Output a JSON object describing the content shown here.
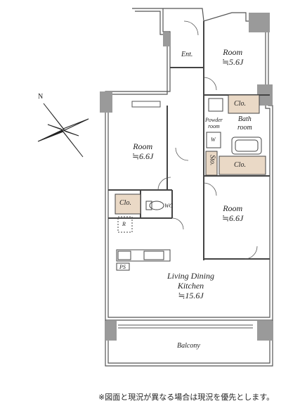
{
  "rooms": {
    "entrance": {
      "name": "Ent."
    },
    "room_ne": {
      "name": "Room",
      "size": "≒5.6J"
    },
    "room_w": {
      "name": "Room",
      "size": "≒6.6J"
    },
    "room_e": {
      "name": "Room",
      "size": "≒6.6J"
    },
    "ldk": {
      "name": "Living Dining\nKitchen",
      "line1": "Living Dining",
      "line2": "Kitchen",
      "size": "≒15.6J"
    },
    "balcony": {
      "name": "Balcony"
    },
    "powder": {
      "line1": "Powder",
      "line2": "room"
    },
    "bath": {
      "line1": "Bath",
      "line2": "room"
    }
  },
  "fixtures": {
    "clo_ne": "Clo.",
    "clo_e": "Clo.",
    "clo_w": "Clo.",
    "storage": "Sto.",
    "wc": "WC",
    "washer": "W",
    "fridge": "R",
    "ps": "PS"
  },
  "compass": {
    "north": "N"
  },
  "note": "※図面と現況が異なる場合は現況を優先とします。",
  "colors": {
    "wall": "#8a8a8a",
    "closet": "#ead9c6",
    "line": "#333333"
  }
}
